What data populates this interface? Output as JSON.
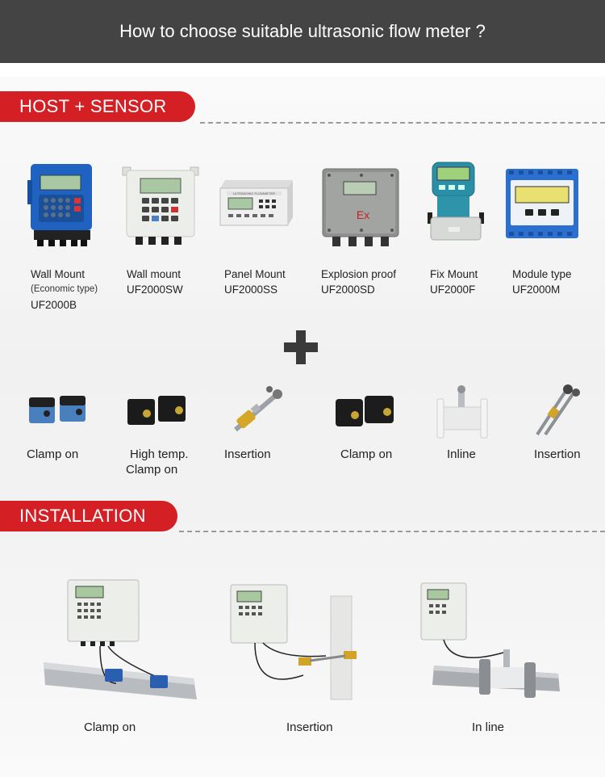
{
  "header": {
    "title": "How to choose suitable ultrasonic flow meter ?"
  },
  "sections": {
    "host_sensor": "HOST + SENSOR",
    "installation": "INSTALLATION"
  },
  "hosts": [
    {
      "line1": "Wall Mount",
      "line2": "(Economic type)",
      "line3": "UF2000B"
    },
    {
      "line1": "Wall mount",
      "line2": "UF2000SW"
    },
    {
      "line1": "Panel Mount",
      "line2": "UF2000SS"
    },
    {
      "line1": "Explosion proof",
      "line2": "UF2000SD"
    },
    {
      "line1": "Fix Mount",
      "line2": "UF2000F"
    },
    {
      "line1": "Module type",
      "line2": "UF2000M"
    }
  ],
  "device_text": {
    "panel_plate": "ULTRASONIC FLOWMETER",
    "ex_mark": "Ex"
  },
  "sensors": [
    {
      "line1": "Clamp on"
    },
    {
      "line1": "High temp.",
      "line2": "Clamp on"
    },
    {
      "line1": "Insertion"
    },
    {
      "line1": "Clamp on"
    },
    {
      "line1": "Inline"
    },
    {
      "line1": "Insertion"
    }
  ],
  "installations": [
    {
      "label": "Clamp on"
    },
    {
      "label": "Insertion"
    },
    {
      "label": "In line"
    }
  ],
  "colors": {
    "header_bg": "#444444",
    "accent_red": "#d42025",
    "device_blue": "#1d66c4",
    "device_white": "#eceee9",
    "lcd_green": "#a8c9a0"
  }
}
